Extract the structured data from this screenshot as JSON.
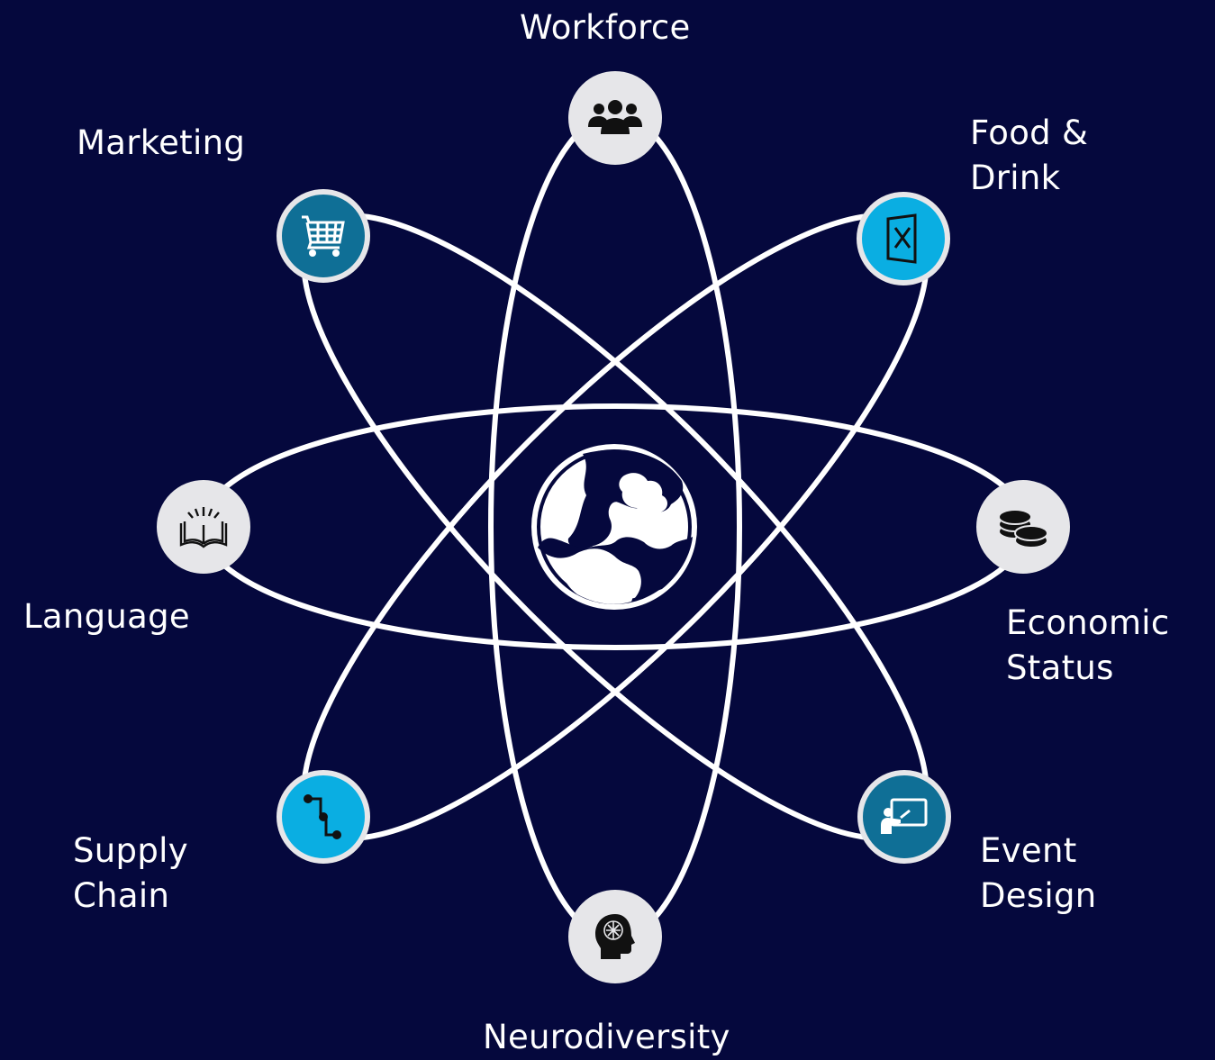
{
  "center": {
    "icon": "globe-icon"
  },
  "colors": {
    "background": "#05083d",
    "orbit": "#ffffff",
    "node_light": "#e6e6e9",
    "node_teal": "#0f6f96",
    "node_cyan": "#0aaee2"
  },
  "nodes": [
    {
      "id": "workforce",
      "label": "Workforce",
      "icon": "people-group-icon"
    },
    {
      "id": "food-drink",
      "label": "Food &\nDrink",
      "icon": "menu-utensils-icon"
    },
    {
      "id": "economic-status",
      "label": "Economic\nStatus",
      "icon": "coins-icon"
    },
    {
      "id": "event-design",
      "label": "Event\nDesign",
      "icon": "presentation-icon"
    },
    {
      "id": "neurodiversity",
      "label": "Neurodiversity",
      "icon": "brain-head-icon"
    },
    {
      "id": "supply-chain",
      "label": "Supply\nChain",
      "icon": "flow-path-icon"
    },
    {
      "id": "language",
      "label": "Language",
      "icon": "open-book-icon"
    },
    {
      "id": "marketing",
      "label": "Marketing",
      "icon": "shopping-cart-icon"
    }
  ]
}
